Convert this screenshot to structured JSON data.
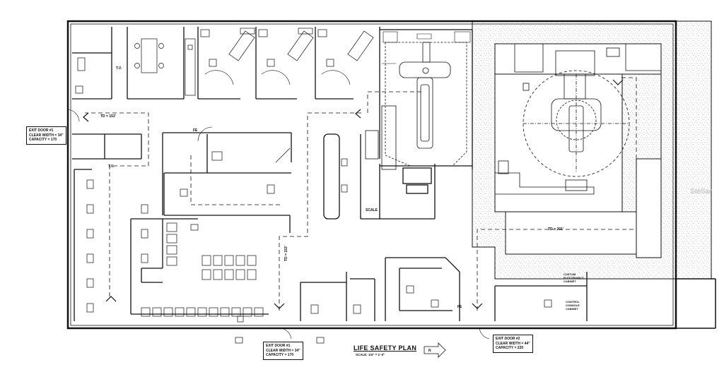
{
  "plan": {
    "title": "LIFE SAFETY PLAN",
    "scale": "SCALE: 1/4\" = 1'-0\"",
    "north": "N",
    "watermark": "Stellar",
    "colors": {
      "line": "#111111",
      "stipple": "#8a8a8a",
      "background": "#ffffff"
    }
  },
  "exit_doors": [
    {
      "name": "EXIT DOOR #1",
      "clear_width": "CLEAR WIDTH = 34\"",
      "capacity": "CAPACITY = 170"
    },
    {
      "name": "EXIT DOOR #1",
      "clear_width": "CLEAR WIDTH = 34\"",
      "capacity": "CAPACITY = 170"
    },
    {
      "name": "EXIT DOOR #2",
      "clear_width": "CLEAR WIDTH = 44\"",
      "capacity": "CAPACITY = 220"
    }
  ],
  "travel_distances": {
    "td1": "TD = 153'",
    "td2": "TD = 153'",
    "td3": "TD = 201'"
  },
  "room_labels": {
    "tv1": "T.V.",
    "tv2": "T.V.",
    "fe1": "FE",
    "fe2": "FE",
    "scale": "SCALE",
    "cabinet1": "CUSTOM ELECTRONICS CABINET",
    "cabinet2": "CONTROL CONSOLE CABINET"
  }
}
